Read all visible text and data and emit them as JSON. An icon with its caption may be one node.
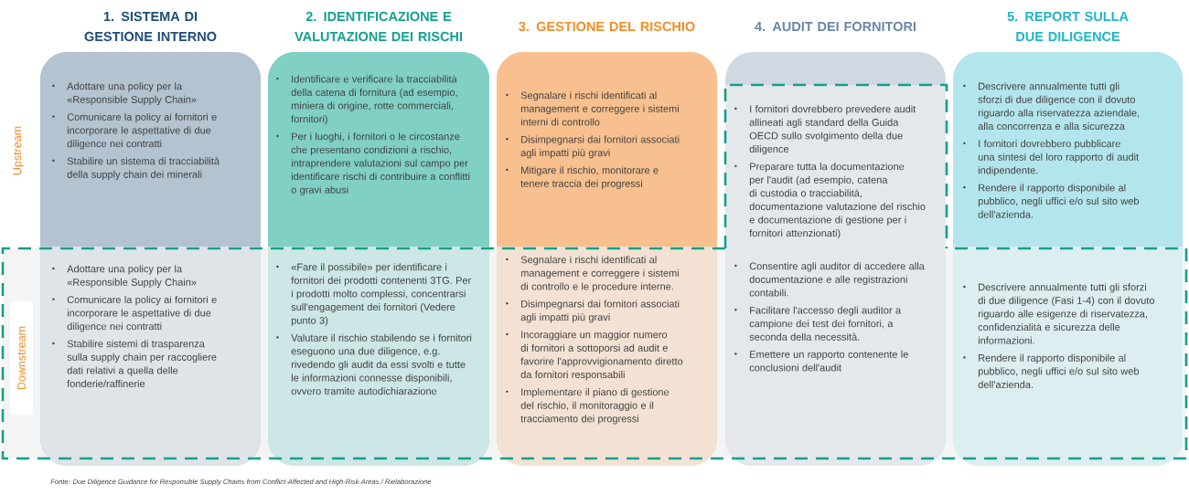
{
  "diagram": {
    "caption": "Fonte: Due Diligence Guidance for Responsible Supply Chains from Conflict-Affected and High-Risk Areas / Rielaborazione",
    "nodes": [
      {
        "text": [
          "1. SISTEMA DI GESTIONE INTERNO"
        ]
      },
      {
        "text": [
          "Adottare una policy per la «Responsible Supply Chain»",
          "Comunicare la policy ai fornitori e incorporare le aspettative di due diligence nei contratti",
          "Stabilire un sistema di tracciabilità della supply chain dei minerali"
        ],
        "in": 0
      },
      {
        "text": [
          "Adottare una policy per la «Responsible Supply Chain»",
          "Comunicare la policy ai fornitori e incorporare le aspettative di due diligence nei contratti",
          "Stabilire sistemi di trasparenza sulla supply chain per raccogliere dati relativi a quella delle fonderie/raffinerie"
        ],
        "in": 0
      },
      {
        "text": [
          "2. IDENTIFICAZIONE E VALUTAZIONE DEI RISCHI"
        ]
      },
      {
        "text": [
          "Identificare e verificare la tracciabilità della catena di fornitura (ad esempio, miniera di origine, rotte commerciali, fornitori)",
          "Per i luoghi, i fornitori o le circostanze che presentano condizioni a rischio, intraprendere valutazioni sul campo per identificare rischi di contribuire a conflitti o gravi abusi"
        ],
        "in": 3
      },
      {
        "text": [
          "«Fare il possibile» per identificare i fornitori dei prodotti contenenti 3TG. Per i prodotti molto complessi, concentrarsi sull'engagement dei fornitori (Vedere punto 3)",
          "Valutare il rischio stabilendo se i fornitori eseguono una due diligence, e.g. rivedendo gli audit da essi svolti e tutte le informazioni connesse disponibili, ovvero tramite autodichiarazione"
        ],
        "in": 3
      },
      {
        "text": [
          "3. GESTIONE DEL RISCHIO"
        ]
      },
      {
        "text": [
          "Segnalare i rischi identificati al management e correggere i sistemi interni di controllo",
          "Disimpegnarsi dai fornitori associati agli impatti più gravi",
          "Mitigare il rischio, monitorare e tenere traccia dei progressi"
        ],
        "in": 6
      },
      {
        "text": [
          "Segnalare i rischi identificati al management e correggere i sistemi di controllo e le procedure interne.",
          "Disimpegnarsi dai fornitori associati agli impatti più gravi",
          "Incoraggiare un maggior numero di fornitori a sottoporsi ad audit e favorire l'approvvigionamento diretto da fornitori responsabili",
          "Implementare il piano di gestione del rischio, il monitoraggio e il tracciamento dei progressi"
        ],
        "in": 6
      },
      {
        "text": [
          "4. AUDIT DEI FORNITORI"
        ]
      },
      {
        "text": [
          "I fornitori dovrebbero prevedere audit allineati agli standard della Guida OECD sullo svolgimento della due diligence",
          "Preparare tutta la documentazione per l'audit (ad esempio, catena di custodia o tracciabilità, documentazione valutazione del rischio e documentazione di gestione per i fornitori attenzionati)"
        ],
        "in": 9
      },
      {
        "text": [
          "Consentire agli auditor di accedere alla documentazione e alle registrazioni contabili.",
          "Facilitare l'accesso degli auditor a campione dei test dei fornitori, a seconda della necessità.",
          "Emettere un rapporto contenente le conclusioni dell'audit"
        ],
        "in": 9
      },
      {
        "text": [
          "5. REPORT SULLA DUE DILIGENCE"
        ]
      },
      {
        "text": [
          "Descrivere annualmente tutti gli sforzi di due diligence con il dovuto riguardo alla riservatezza aziendale, alla concorrenza e alla sicurezza",
          "I fornitori dovrebbero pubblicare una sintesi del loro rapporto di audit indipendente.",
          "Rendere il rapporto disponibile al pubblico, negli uffici e/o sul sito web dell'azienda."
        ],
        "in": 12
      },
      {
        "text": [
          "Descrivere annualmente tutti gli sforzi di due diligence (Fasi 1-4) con il dovuto riguardo alle esigenze di riservatezza, confidenzialità e sicurezza delle informazioni.",
          "Rendere il rapporto disponibile al pubblico, negli uffici e/o sul sito web dell'azienda."
        ],
        "in": 12
      },
      {
        "text": [
          "Downstream"
        ]
      }
    ],
    "labels": [
      "Upstream"
    ]
  }
}
